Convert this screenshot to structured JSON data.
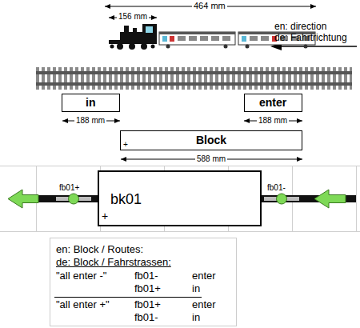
{
  "diagram": {
    "nodes": [
      {
        "text": [
          "in"
        ]
      },
      {
        "text": [
          "enter"
        ]
      },
      {
        "text": [
          "Block",
          "+"
        ]
      },
      {
        "text": [
          "bk01",
          "+"
        ]
      }
    ],
    "labels": [
      "464 mm",
      "156 mm",
      "en: direction",
      "de: Fahrtrichtung",
      "188 mm",
      "188 mm",
      "588 mm",
      "fb01+",
      "fb01-",
      "en: Block / Routes:",
      "de: Block / Fahrstrassen:",
      "\"all enter -\"",
      "fb01-",
      "enter",
      "fb01+",
      "in",
      "\"all enter +\"",
      "fb01+",
      "enter",
      "fb01-",
      "in"
    ]
  }
}
